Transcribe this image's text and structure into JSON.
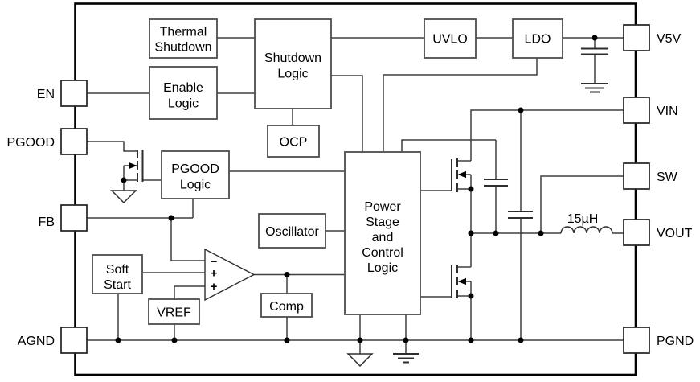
{
  "pins": {
    "left": [
      {
        "label": "EN"
      },
      {
        "label": "PGOOD"
      },
      {
        "label": "FB"
      },
      {
        "label": "AGND"
      }
    ],
    "right": [
      {
        "label": "V5V"
      },
      {
        "label": "VIN"
      },
      {
        "label": "SW"
      },
      {
        "label": "VOUT"
      },
      {
        "label": "PGND"
      }
    ]
  },
  "blocks": {
    "thermal_shutdown": {
      "line1": "Thermal",
      "line2": "Shutdown"
    },
    "enable_logic": {
      "line1": "Enable",
      "line2": "Logic"
    },
    "shutdown_logic": {
      "line1": "Shutdown",
      "line2": "Logic"
    },
    "ocp": {
      "line1": "OCP"
    },
    "uvlo": {
      "line1": "UVLO"
    },
    "ldo": {
      "line1": "LDO"
    },
    "pgood_logic": {
      "line1": "PGOOD",
      "line2": "Logic"
    },
    "oscillator": {
      "line1": "Oscillator"
    },
    "power_stage": {
      "line1": "Power",
      "line2": "Stage",
      "line3": "and",
      "line4": "Control",
      "line5": "Logic"
    },
    "soft_start": {
      "line1": "Soft",
      "line2": "Start"
    },
    "vref": {
      "line1": "VREF"
    },
    "comp": {
      "line1": "Comp"
    }
  },
  "error_amp": {
    "minus": "−",
    "plus_top": "+",
    "plus_bottom": "+"
  },
  "inductor": {
    "label": "15µH"
  },
  "colors": {
    "ink": "#000000",
    "wire": "#3f3f3f",
    "box_stroke": "#4d4d4d",
    "background": "#ffffff"
  }
}
